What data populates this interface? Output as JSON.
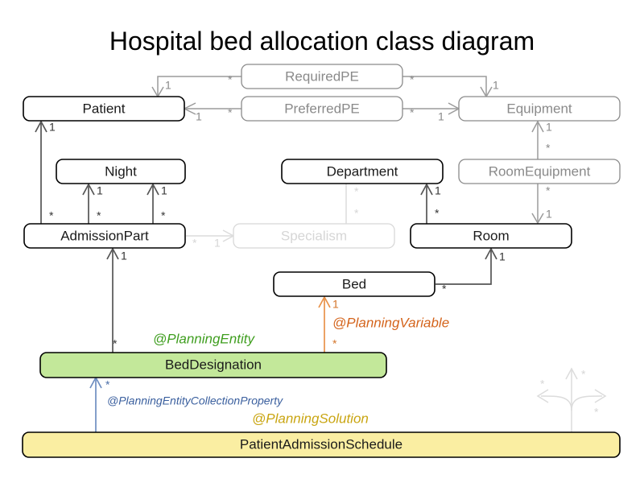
{
  "title": "Hospital bed allocation class diagram",
  "colors": {
    "planning_entity": "#3f9e1f",
    "planning_variable": "#d4641c",
    "planning_solution": "#c9a511",
    "planning_entity_collection_property": "#3a5f9e",
    "entity_box_fill": "#c3e89a",
    "solution_box_fill": "#faeea2",
    "edge": "#666666",
    "faded": "#d8d8d8"
  },
  "classes": [
    {
      "id": "requiredpe",
      "label": "RequiredPE",
      "style": "gray"
    },
    {
      "id": "preferredpe",
      "label": "PreferredPE",
      "style": "gray"
    },
    {
      "id": "patient",
      "label": "Patient",
      "style": "normal"
    },
    {
      "id": "equipment",
      "label": "Equipment",
      "style": "gray"
    },
    {
      "id": "night",
      "label": "Night",
      "style": "normal"
    },
    {
      "id": "department",
      "label": "Department",
      "style": "normal"
    },
    {
      "id": "roomequipment",
      "label": "RoomEquipment",
      "style": "gray"
    },
    {
      "id": "admissionpart",
      "label": "AdmissionPart",
      "style": "normal"
    },
    {
      "id": "specialism",
      "label": "Specialism",
      "style": "faded"
    },
    {
      "id": "room",
      "label": "Room",
      "style": "normal"
    },
    {
      "id": "bed",
      "label": "Bed",
      "style": "normal"
    },
    {
      "id": "beddesignation",
      "label": "BedDesignation",
      "style": "green"
    },
    {
      "id": "patientadmissionschedule",
      "label": "PatientAdmissionSchedule",
      "style": "yellow"
    }
  ],
  "annotations": [
    {
      "id": "planning-entity",
      "text": "@PlanningEntity"
    },
    {
      "id": "planning-variable",
      "text": "@PlanningVariable"
    },
    {
      "id": "planning-entity-collection-property",
      "text": "@PlanningEntityCollectionProperty"
    },
    {
      "id": "planning-solution",
      "text": "@PlanningSolution"
    }
  ],
  "multiplicities": {
    "one": "1",
    "many": "*"
  },
  "relations": [
    {
      "from": "requiredpe",
      "to": "patient",
      "source_mult": "*",
      "target_mult": "1"
    },
    {
      "from": "requiredpe",
      "to": "equipment",
      "source_mult": "*",
      "target_mult": "1"
    },
    {
      "from": "preferredpe",
      "to": "patient",
      "source_mult": "*",
      "target_mult": "1"
    },
    {
      "from": "preferredpe",
      "to": "equipment",
      "source_mult": "*",
      "target_mult": "1"
    },
    {
      "from": "admissionpart",
      "to": "patient",
      "source_mult": "*",
      "target_mult": "1"
    },
    {
      "from": "admissionpart",
      "to": "night",
      "source_mult": "*",
      "target_mult": "1"
    },
    {
      "from": "admissionpart",
      "to": "night",
      "source_mult": "*",
      "target_mult": "1"
    },
    {
      "from": "admissionpart",
      "to": "specialism",
      "source_mult": "*",
      "target_mult": "1"
    },
    {
      "from": "department",
      "to": "specialism",
      "source_mult": "*",
      "target_mult": "*"
    },
    {
      "from": "room",
      "to": "department",
      "source_mult": "*",
      "target_mult": "1"
    },
    {
      "from": "roomequipment",
      "to": "equipment",
      "source_mult": "*",
      "target_mult": "1"
    },
    {
      "from": "roomequipment",
      "to": "room",
      "source_mult": "*",
      "target_mult": "1"
    },
    {
      "from": "bed",
      "to": "room",
      "source_mult": "*",
      "target_mult": "1"
    },
    {
      "from": "beddesignation",
      "to": "admissionpart",
      "source_mult": "*",
      "target_mult": "1"
    },
    {
      "from": "beddesignation",
      "to": "bed",
      "source_mult": "*",
      "target_mult": "1"
    },
    {
      "from": "patientadmissionschedule",
      "to": "beddesignation",
      "source_mult": "",
      "target_mult": "*"
    }
  ]
}
